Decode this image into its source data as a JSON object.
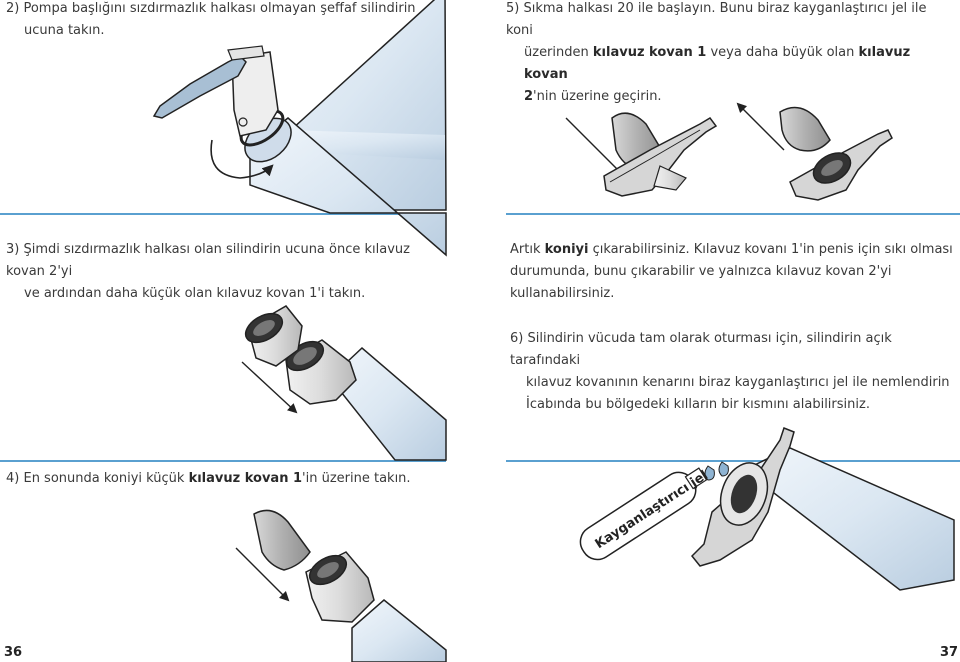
{
  "left": {
    "step2": {
      "line1": "2) Pompa başlığını sızdırmazlık halkası olmayan şeffaf silindirin",
      "line2": "ucuna takın."
    },
    "step3": {
      "line1": "3) Şimdi sızdırmazlık halkası olan silindirin ucuna önce kılavuz kovan 2'yi",
      "line2": "ve ardından daha küçük olan kılavuz kovan 1'i takın."
    },
    "step4": {
      "pre": "4) En sonunda koniyi küçük ",
      "bold": "kılavuz kovan 1",
      "post": "'in üzerine takın."
    },
    "page_number": "36"
  },
  "right": {
    "step5": {
      "line1": "5) Sıkma halkası 20 ile başlayın. Bunu biraz kayganlaştırıcı jel ile koni",
      "line2_pre": "üzerinden ",
      "line2_bold1": "kılavuz kovan 1",
      "line2_mid": " veya daha büyük olan ",
      "line2_bold2": "kılavuz kovan",
      "line3_bold": "2",
      "line3_post": "'nin üzerine geçirin."
    },
    "remove": {
      "pre": "Artık ",
      "bold": "koniyi",
      "post": " çıkarabilirsiniz. Kılavuz kovanı 1'in penis için sıkı olması",
      "line2": "durumunda, bunu çıkarabilir ve yalnızca kılavuz kovan 2'yi kullanabilirsiniz."
    },
    "step6": {
      "line1": "6) Silindirin vücuda tam olarak oturması için, silindirin açık tarafındaki",
      "line2": "kılavuz kovanının kenarını biraz kayganlaştırıcı jel ile nemlendirin",
      "line3": "İcabında bu bölgedeki kılların bir kısmını alabilirsiniz."
    },
    "gel_label": "Kayganlaştırıcı jel",
    "page_number": "37"
  },
  "colors": {
    "rule": "#5aa0d0",
    "cylinder": "#dbe7f2",
    "pump": "#a8bfd4",
    "cone": "#b3b3b3",
    "ring": "#2b2b2b"
  }
}
